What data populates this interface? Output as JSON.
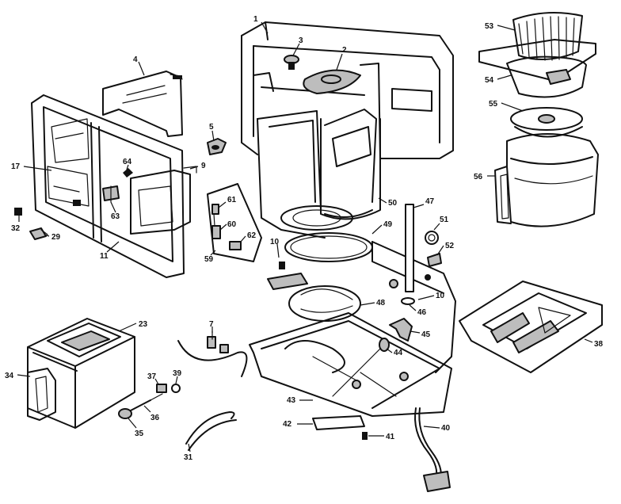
{
  "callouts": {
    "p1": "1",
    "p2": "2",
    "p3": "3",
    "p4": "4",
    "p5": "5",
    "p7": "7",
    "p9": "9",
    "p10a": "10",
    "p10b": "10",
    "p11": "11",
    "p17": "17",
    "p23": "23",
    "p29": "29",
    "p31": "31",
    "p32": "32",
    "p34": "34",
    "p35": "35",
    "p36": "36",
    "p37": "37",
    "p38": "38",
    "p39": "39",
    "p40": "40",
    "p41": "41",
    "p42": "42",
    "p43": "43",
    "p44": "44",
    "p45": "45",
    "p46": "46",
    "p47": "47",
    "p48": "48",
    "p49": "49",
    "p50": "50",
    "p51": "51",
    "p52": "52",
    "p53": "53",
    "p54": "54",
    "p55": "55",
    "p56": "56",
    "p59": "59",
    "p60": "60",
    "p61": "61",
    "p62": "62",
    "p63": "63",
    "p64": "64"
  }
}
